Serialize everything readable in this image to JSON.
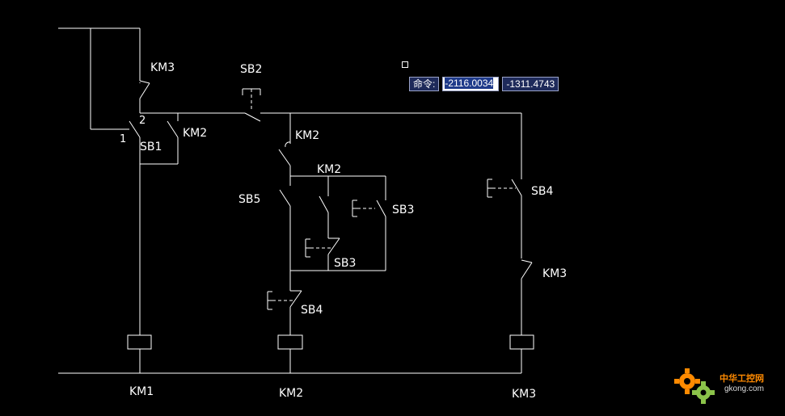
{
  "labels": {
    "km3_top": "KM3",
    "sb2": "SB2",
    "pin_2": "2",
    "pin_1": "1",
    "sb1": "SB1",
    "km2_latch_left": "KM2",
    "km2_nc_mid": "KM2",
    "km2_branch": "KM2",
    "sb5": "SB5",
    "sb3_right": "SB3",
    "sb3_lower": "SB3",
    "sb4_mid": "SB4",
    "sb4_right": "SB4",
    "km3_right": "KM3",
    "coil_km1": "KM1",
    "coil_km2": "KM2",
    "coil_km3": "KM3"
  },
  "command_input": {
    "label": "命令:",
    "x_value": "-2116.0034",
    "y_value": "-1311.4743"
  },
  "watermark": {
    "cn": "中华工控网",
    "en": "gkong.com",
    "colors": {
      "gear_orange": "#ff8a00",
      "gear_green": "#8bc34a"
    }
  },
  "colors": {
    "background": "#000000",
    "lines": "#ffffff",
    "cmd_bg": "#1e2a5a"
  }
}
